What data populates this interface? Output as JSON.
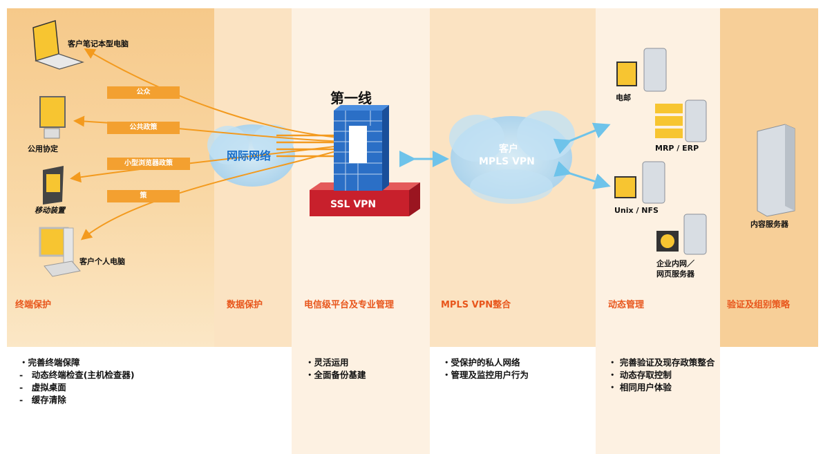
{
  "columns": {
    "endpoint": {
      "header": "终端保护"
    },
    "data": {
      "header": "数据保护"
    },
    "carrier": {
      "header": "电信级平台及专业管理"
    },
    "mpls": {
      "header": "MPLS VPN整合"
    },
    "dynamic": {
      "header": "动态管理"
    },
    "auth": {
      "header": "验证及组别策略"
    }
  },
  "devices": {
    "laptop": "客户笔记本型电脑",
    "public": "公用协定",
    "mobile": "移动装置",
    "pc": "客户个人电脑"
  },
  "bars": [
    "公众",
    "公共政策",
    "小型浏览器政策",
    "策"
  ],
  "network": "网际网络",
  "frontline": "第一线",
  "sslvpn": "SSL VPN",
  "cloud": {
    "line1": "客户",
    "line2": "MPLS VPN"
  },
  "servers": {
    "email": "电邮",
    "mrp": "MRP / ERP",
    "unix": "Unix / NFS",
    "intranet1": "企业内网／",
    "intranet2": "网页服务器",
    "content": "内容服务器"
  },
  "bullets": {
    "endpoint": [
      "・完善终端保障",
      "-　动态终端检查(主机检查器)",
      "-　虚拟桌面",
      "-　缓存清除"
    ],
    "carrier": [
      "・灵活运用",
      "・全面备份基建"
    ],
    "mpls": [
      "・受保护的私人网络",
      "・管理及监控用户行为"
    ],
    "dynamic": [
      "・ 完善验证及现存政策整合",
      "・ 动态存取控制",
      "・ 相同用户体验"
    ]
  }
}
